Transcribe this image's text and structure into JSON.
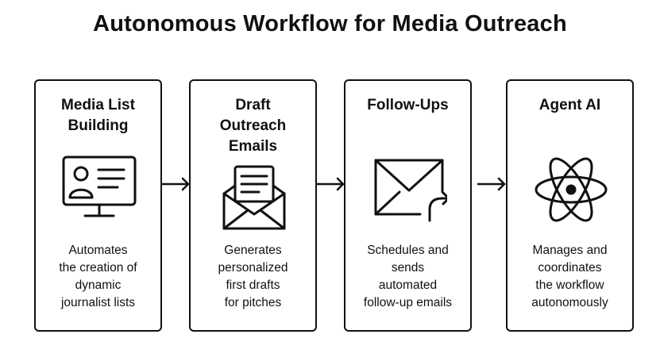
{
  "title": "Autonomous Workflow for Media Outreach",
  "cards": [
    {
      "title_lines": [
        "Media List",
        "Building"
      ],
      "icon": "monitor-contact-card-icon",
      "desc_lines": [
        "Automates",
        "the creation of",
        "dynamic",
        "journalist lists"
      ]
    },
    {
      "title_lines": [
        "Draft",
        "Outreach",
        "Emails"
      ],
      "icon": "open-envelope-letter-icon",
      "desc_lines": [
        "Generates",
        "personalized",
        "first drafts",
        "for pitches"
      ]
    },
    {
      "title_lines": [
        "Follow-Ups"
      ],
      "icon": "envelope-reply-icon",
      "desc_lines": [
        "Schedules and",
        "sends",
        "automated",
        "follow-up emails"
      ]
    },
    {
      "title_lines": [
        "Agent AI"
      ],
      "icon": "atom-icon",
      "desc_lines": [
        "Manages and",
        "coordinates",
        "the workflow",
        "autonomously"
      ]
    }
  ],
  "colors": {
    "stroke": "#111111",
    "background": "#ffffff"
  }
}
